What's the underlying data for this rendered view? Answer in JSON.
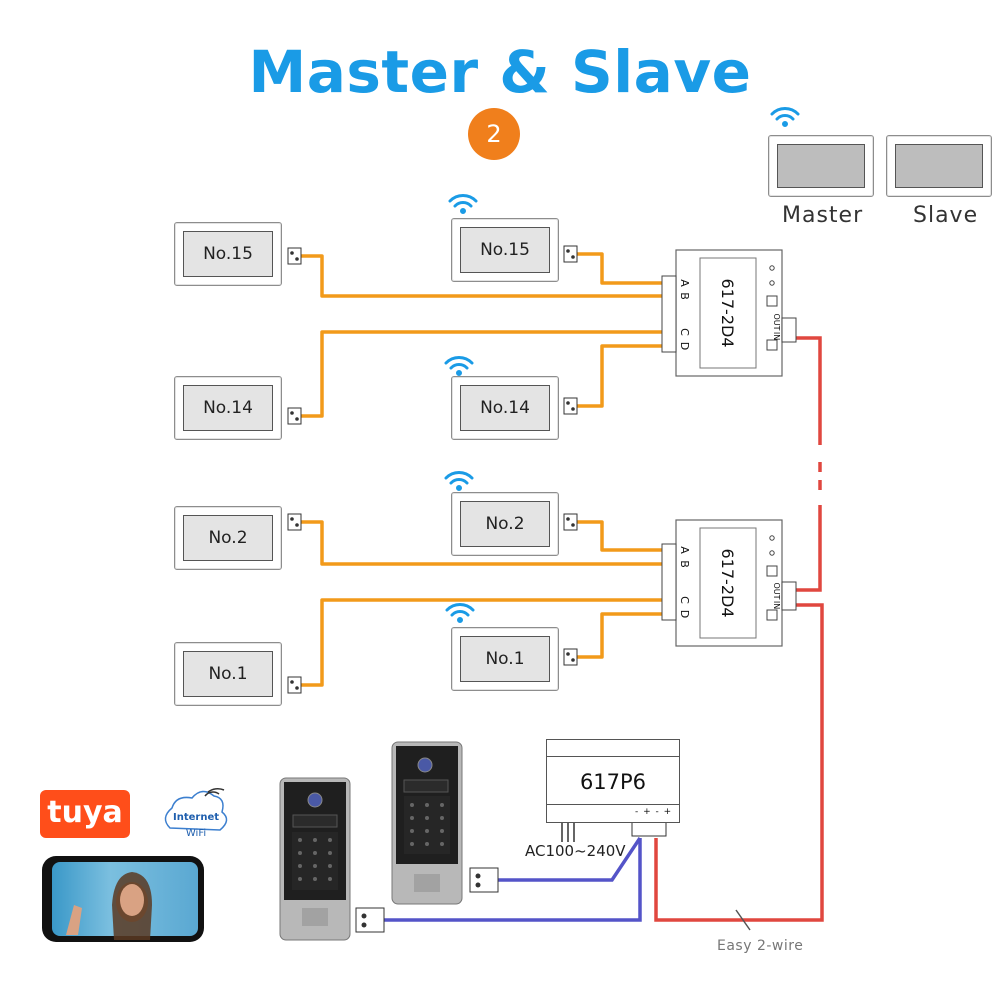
{
  "title": "Master & Slave",
  "badge": "2",
  "legend": {
    "master": "Master",
    "slave": "Slave"
  },
  "monitors": {
    "no15_left": "No.15",
    "no15_wifi": "No.15",
    "no14_left": "No.14",
    "no14_wifi": "No.14",
    "no2_left": "No.2",
    "no2_wifi": "No.2",
    "no1_left": "No.1",
    "no1_wifi": "No.1"
  },
  "distributors": {
    "top": {
      "name": "617-2D4",
      "a": "A",
      "b": "B",
      "c": "C",
      "d": "D",
      "out": "OUT",
      "in": "IN"
    },
    "bottom": {
      "name": "617-2D4",
      "a": "A",
      "b": "B",
      "c": "C",
      "d": "D",
      "out": "OUT",
      "in": "IN"
    }
  },
  "power_supply": {
    "name": "617P6",
    "terminals": "- + - +",
    "input": "AC100~240V"
  },
  "bus_label": "Easy 2-wire",
  "brand": {
    "tuya": "tuya",
    "cloud_line1": "Internet",
    "cloud_line2": "WiFi"
  },
  "colors": {
    "title": "#1a9be6",
    "badge": "#f07f1c",
    "orange_wire": "#f29a1a",
    "red_wire": "#e0473f",
    "purple_wire": "#5454c8",
    "tuya": "#ff4e1a"
  }
}
